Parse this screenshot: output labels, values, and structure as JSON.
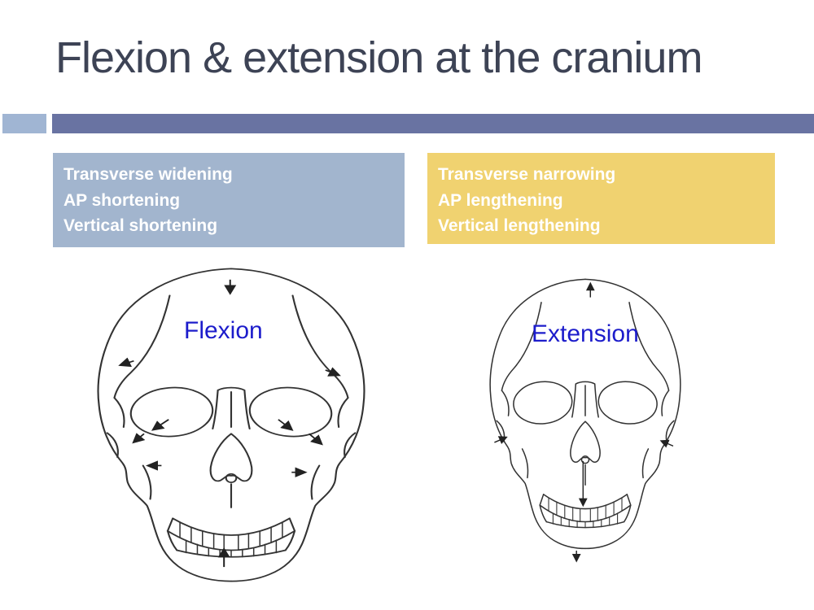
{
  "slide": {
    "title": "Flexion & extension at the cranium"
  },
  "flexion_panel": {
    "lines": [
      "Transverse widening",
      "AP shortening",
      "Vertical shortening"
    ],
    "label": "Flexion"
  },
  "extension_panel": {
    "lines": [
      "Transverse narrowing",
      "AP lengthening",
      "Vertical lengthening"
    ],
    "label": "Extension"
  },
  "colors": {
    "title_text": "#3D4355",
    "accent_bar": "#6973A2",
    "accent_square": "#A0B5D3",
    "flexion_panel_bg": "#A2B5CE",
    "extension_panel_bg": "#F0D270",
    "panel_text": "#FFFFFF",
    "figure_label_text": "#1C1CCB",
    "skull_line": "#333333"
  }
}
